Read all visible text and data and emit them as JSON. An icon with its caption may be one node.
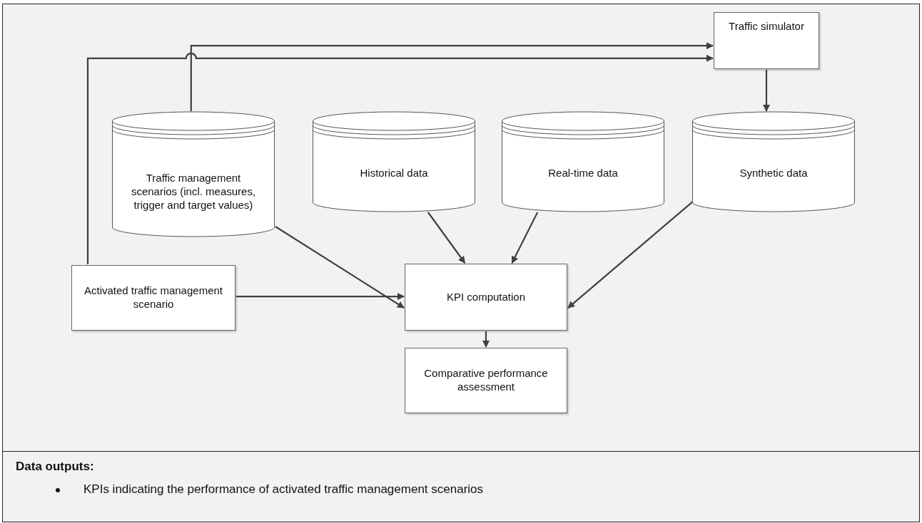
{
  "diagram": {
    "nodes": [
      {
        "text": [
          "Traffic simulator"
        ]
      },
      {
        "text": [
          "Traffic management scenarios (incl. measures, trigger and target values)"
        ]
      },
      {
        "text": [
          "Historical data"
        ]
      },
      {
        "text": [
          "Real-time data"
        ]
      },
      {
        "text": [
          "Synthetic data"
        ]
      },
      {
        "text": [
          "Activated traffic management scenario"
        ]
      },
      {
        "text": [
          "KPI computation"
        ]
      },
      {
        "text": [
          "Comparative performance assessment"
        ]
      }
    ],
    "edges": [
      {
        "from": 1,
        "to": 0,
        "arrow": "to"
      },
      {
        "from": 5,
        "to": 0,
        "arrow": "to"
      },
      {
        "from": 0,
        "to": 4,
        "arrow": "to"
      },
      {
        "from": 1,
        "to": 6,
        "arrow": "to"
      },
      {
        "from": 2,
        "to": 6,
        "arrow": "to"
      },
      {
        "from": 3,
        "to": 6,
        "arrow": "to"
      },
      {
        "from": 4,
        "to": 6,
        "arrow": "to"
      },
      {
        "from": 5,
        "to": 6,
        "arrow": "to"
      },
      {
        "from": 6,
        "to": 7,
        "arrow": "to"
      }
    ],
    "labels": [
      "Data outputs:",
      "KPIs indicating the performance of activated traffic management scenarios"
    ]
  }
}
